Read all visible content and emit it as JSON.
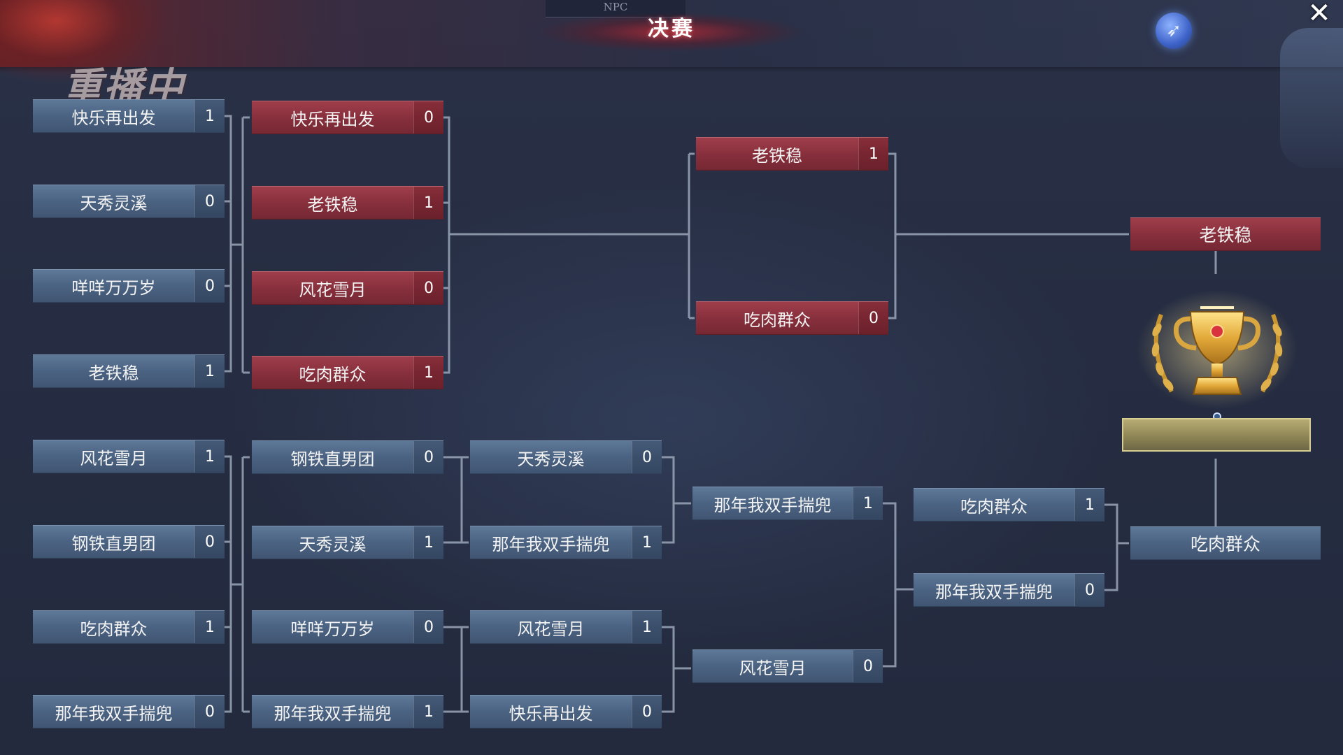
{
  "header": {
    "npc_tab": "NPC",
    "title": "决赛",
    "replay_label": "重播中",
    "close_symbol": "✕"
  },
  "colors": {
    "loser_box": "#4b6382",
    "winner_box": "#88303d",
    "bracket_line": "#9aa6b8",
    "plaque": "#8f8656"
  },
  "icons": [
    "close-icon",
    "rocket-icon",
    "trophy-icon"
  ],
  "bracket": {
    "round1": [
      {
        "name": "快乐再出发",
        "score": "1",
        "style": "blue"
      },
      {
        "name": "天秀灵溪",
        "score": "0",
        "style": "blue"
      },
      {
        "name": "咩咩万万岁",
        "score": "0",
        "style": "blue"
      },
      {
        "name": "老铁稳",
        "score": "1",
        "style": "blue"
      },
      {
        "name": "风花雪月",
        "score": "1",
        "style": "blue"
      },
      {
        "name": "钢铁直男团",
        "score": "0",
        "style": "blue"
      },
      {
        "name": "吃肉群众",
        "score": "1",
        "style": "blue"
      },
      {
        "name": "那年我双手揣兜",
        "score": "0",
        "style": "blue"
      }
    ],
    "winners_round2": [
      {
        "name": "快乐再出发",
        "score": "0",
        "style": "red"
      },
      {
        "name": "老铁稳",
        "score": "1",
        "style": "red"
      },
      {
        "name": "风花雪月",
        "score": "0",
        "style": "red"
      },
      {
        "name": "吃肉群众",
        "score": "1",
        "style": "red"
      }
    ],
    "losers_round2": [
      {
        "name": "钢铁直男团",
        "score": "0",
        "style": "blue"
      },
      {
        "name": "天秀灵溪",
        "score": "1",
        "style": "blue"
      },
      {
        "name": "咩咩万万岁",
        "score": "0",
        "style": "blue"
      },
      {
        "name": "那年我双手揣兜",
        "score": "1",
        "style": "blue"
      }
    ],
    "losers_round3": [
      {
        "name": "天秀灵溪",
        "score": "0",
        "style": "blue"
      },
      {
        "name": "那年我双手揣兜",
        "score": "1",
        "style": "blue"
      },
      {
        "name": "风花雪月",
        "score": "1",
        "style": "blue"
      },
      {
        "name": "快乐再出发",
        "score": "0",
        "style": "blue"
      }
    ],
    "winners_final": [
      {
        "name": "老铁稳",
        "score": "1",
        "style": "red"
      },
      {
        "name": "吃肉群众",
        "score": "0",
        "style": "red"
      }
    ],
    "losers_round4": [
      {
        "name": "那年我双手揣兜",
        "score": "1",
        "style": "blue"
      },
      {
        "name": "风花雪月",
        "score": "0",
        "style": "blue"
      }
    ],
    "losers_final": [
      {
        "name": "吃肉群众",
        "score": "1",
        "style": "blue"
      },
      {
        "name": "那年我双手揣兜",
        "score": "0",
        "style": "blue"
      }
    ],
    "grand_final": [
      {
        "name": "老铁稳",
        "style": "red"
      },
      {
        "name": "吃肉群众",
        "style": "blue"
      }
    ],
    "champion": ""
  }
}
